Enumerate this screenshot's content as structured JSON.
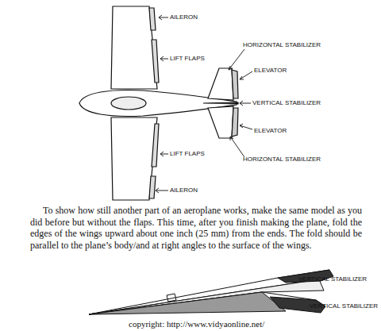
{
  "diagram": {
    "labels": [
      "AILERON",
      "LIFT FLAPS",
      "HORIZONTAL STABILIZER",
      "ELEVATOR",
      "VERTICAL STABILIZER",
      "ELEVATOR",
      "HORIZONTAL STABILIZER",
      "LIFT FLAPS",
      "AILERON",
      "To show how still another part of an aeroplane works, make the same model as you did before but without the flaps. This time, after you finish making the plane, fold the edges of the wings upward about one inch (25 mm) from the ends. The fold should be parallel to the plane’s body/and at right angles to the surface of the wings.",
      "VERTICAL STABILIZER",
      "VERTICAL STABILIZER",
      "copyright: http://www.vidyaonline.net/"
    ]
  }
}
